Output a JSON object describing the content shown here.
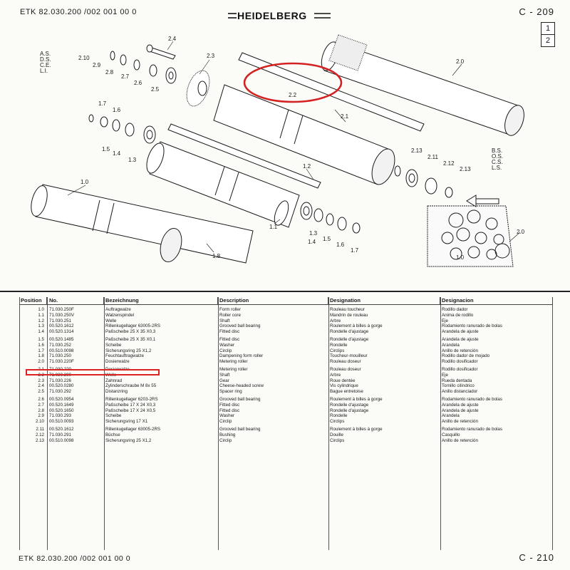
{
  "header": {
    "doc_code": "ETK 82.030.200 /002 001 00 0",
    "brand": "HEIDELBERG",
    "page_top": "C - 209",
    "page_boxes": [
      "1",
      "2"
    ]
  },
  "footer": {
    "doc_code": "ETK 82.030.200 /002 001 00 0",
    "page_bottom": "C - 210"
  },
  "side_labels": {
    "as": [
      "A.S.",
      "D.S.",
      "C.E.",
      "L.I."
    ],
    "bs": [
      "B.S.",
      "O.S.",
      "C.S.",
      "L.S."
    ]
  },
  "callouts": [
    "2.10",
    "2.9",
    "2.8",
    "2.7",
    "2.6",
    "2.5",
    "2.4",
    "2.3",
    "2.2",
    "2.0",
    "2.1",
    "1.7",
    "1.6",
    "1.5",
    "1.4",
    "1.3",
    "1.2",
    "1.1",
    "1.0",
    "1.8",
    "2.13",
    "2.11",
    "2.12",
    "2.13",
    "1.3",
    "1.4",
    "1.5",
    "1.6",
    "1.7",
    "2.0",
    "1.0"
  ],
  "table": {
    "columns": [
      "Position",
      "No.",
      "Bezeichnung",
      "Description",
      "Designation",
      "Designacion"
    ],
    "rows": [
      {
        "pos": "1.0",
        "no": "71.030.250F",
        "bez": "Auftragwalze",
        "desc": "Form roller",
        "des": "Rouleau toucheur",
        "dsg": "Rodillo dador"
      },
      {
        "pos": "1.1",
        "no": "71.030.250V",
        "bez": "Walzenspindel",
        "desc": "Roller core",
        "des": "Mandrin de rouleau",
        "dsg": "Anima de rodillo"
      },
      {
        "pos": "1.2",
        "no": "71.030.251",
        "bez": "Welle",
        "desc": "Shaft",
        "des": "Arbre",
        "dsg": "Eje"
      },
      {
        "pos": "1.3",
        "no": "00.520.1612",
        "bez": "Rillenkugellager 63005-2RS",
        "desc": "Grooved ball bearing",
        "des": "Roulement à billes à gorge",
        "dsg": "Rodamiento ranurado de bolas"
      },
      {
        "pos": "1.4",
        "no": "00.520.1314",
        "bez": "Paßscheibe  25 X 35 X0,3",
        "desc": "Fitted disc",
        "des": "Rondelle d'ajustage",
        "dsg": "Arandela de ajuste"
      },
      {
        "pos": "1.5",
        "no": "00.520.1485",
        "bez": "Paßscheibe  25 X 35 X0,1",
        "desc": "Fitted disc",
        "des": "Rondelle d'ajustage",
        "dsg": "Arandela de ajuste",
        "gap": true
      },
      {
        "pos": "1.6",
        "no": "71.030.252",
        "bez": "Scheibe",
        "desc": "Washer",
        "des": "Rondelle",
        "dsg": "Arandela"
      },
      {
        "pos": "1.7",
        "no": "00.510.0098",
        "bez": "Sicherungsring  25 X1,2",
        "desc": "Circlip",
        "des": "Circlips",
        "dsg": "Anillo de retención"
      },
      {
        "pos": "1.8",
        "no": "71.030.250",
        "bez": "Feuchtauftragwalze",
        "desc": "Dampening form roller",
        "des": "Toucheur-mouilleur",
        "dsg": "Rodillo dador de mojado"
      },
      {
        "pos": "2.0",
        "no": "71.030.220F",
        "bez": "Dosierwalze",
        "desc": "Metering roller",
        "des": "Rouleau doseur",
        "dsg": "Rodillo dosificador"
      },
      {
        "pos": "2.1",
        "no": "71.030.220",
        "bez": "Dosierwalze",
        "desc": "Metering roller",
        "des": "Rouleau doseur",
        "dsg": "Rodillo dosificador",
        "gap": true
      },
      {
        "pos": "2.2",
        "no": "71.030.290",
        "bez": "Welle",
        "desc": "Shaft",
        "des": "Arbre",
        "dsg": "Eje"
      },
      {
        "pos": "2.3",
        "no": "71.030.226",
        "bez": "Zahnrad",
        "desc": "Gear",
        "des": "Roue dentée",
        "dsg": "Rueda dentada"
      },
      {
        "pos": "2.4",
        "no": "00.520.0280",
        "bez": "Zylinderschraube M 8x 55",
        "desc": "Cheese-headed screw",
        "des": "Vis cylindrique",
        "dsg": "Tornillo cilíndrico"
      },
      {
        "pos": "2.5",
        "no": "71.030.292",
        "bez": "Distanzring",
        "desc": "Spacer ring",
        "des": "Bague entretoise",
        "dsg": "Anillo distanciador"
      },
      {
        "pos": "2.6",
        "no": "00.520.0954",
        "bez": "Rillenkugellager  6203-2RS",
        "desc": "Grooved ball bearing",
        "des": "Roulement à billes à gorge",
        "dsg": "Rodamiento ranurado de bolas",
        "gap": true
      },
      {
        "pos": "2.7",
        "no": "00.520.1649",
        "bez": "Paßscheibe  17 X 24 X0,3",
        "desc": "Fitted disc",
        "des": "Rondelle d'ajustage",
        "dsg": "Arandela de ajuste"
      },
      {
        "pos": "2.8",
        "no": "00.520.1650",
        "bez": "Paßscheibe  17 X 24 X0,5",
        "desc": "Fitted disc",
        "des": "Rondelle d'ajustage",
        "dsg": "Arandela de ajuste"
      },
      {
        "pos": "2.9",
        "no": "71.030.293",
        "bez": "Scheibe",
        "desc": "Washer",
        "des": "Rondelle",
        "dsg": "Arandela"
      },
      {
        "pos": "2.10",
        "no": "00.510.0093",
        "bez": "Sicherungsring  17 X1",
        "desc": "Circlip",
        "des": "Circlips",
        "dsg": "Anillo de retención"
      },
      {
        "pos": "2.11",
        "no": "00.520.1612",
        "bez": "Rillenkugellager 63005-2RS",
        "desc": "Grooved ball bearing",
        "des": "Roulement à billes à gorge",
        "dsg": "Rodamiento ranurado de bolas",
        "gap": true
      },
      {
        "pos": "2.12",
        "no": "71.030.291",
        "bez": "Büchse",
        "desc": "Bushing",
        "des": "Douille",
        "dsg": "Casquillo"
      },
      {
        "pos": "2.13",
        "no": "00.510.0098",
        "bez": "Sicherungsring  25 X1,2",
        "desc": "Circlip",
        "des": "Circlips",
        "dsg": "Anillo de retención"
      }
    ]
  },
  "colors": {
    "highlight": "#d22222",
    "ink": "#1a1a1a",
    "paper": "#fbfbf8"
  }
}
